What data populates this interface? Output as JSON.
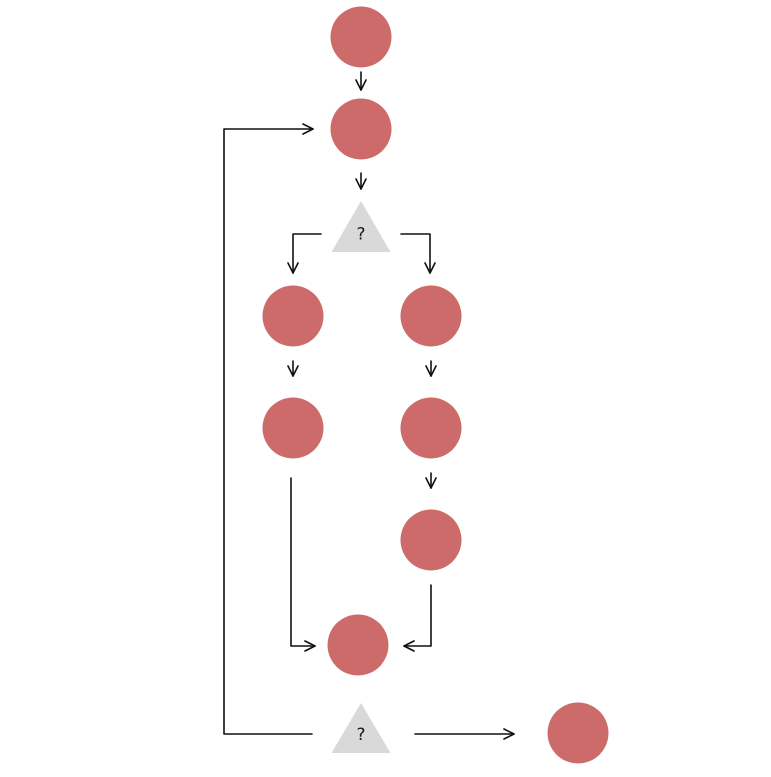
{
  "diagram": {
    "type": "flowchart",
    "colors": {
      "process_node": "#cd6b6b",
      "decision_node": "#d9d9d9",
      "edge": "#111111",
      "background": "#ffffff"
    },
    "nodes": [
      {
        "id": "n1",
        "shape": "circle",
        "label": ""
      },
      {
        "id": "n2",
        "shape": "circle",
        "label": ""
      },
      {
        "id": "d1",
        "shape": "triangle",
        "label": "?"
      },
      {
        "id": "l1",
        "shape": "circle",
        "label": ""
      },
      {
        "id": "l2",
        "shape": "circle",
        "label": ""
      },
      {
        "id": "r1",
        "shape": "circle",
        "label": ""
      },
      {
        "id": "r2",
        "shape": "circle",
        "label": ""
      },
      {
        "id": "r3",
        "shape": "circle",
        "label": ""
      },
      {
        "id": "m",
        "shape": "circle",
        "label": ""
      },
      {
        "id": "d2",
        "shape": "triangle",
        "label": "?"
      },
      {
        "id": "end",
        "shape": "circle",
        "label": ""
      }
    ],
    "edges": [
      {
        "from": "n1",
        "to": "n2"
      },
      {
        "from": "n2",
        "to": "d1"
      },
      {
        "from": "d1",
        "to": "l1"
      },
      {
        "from": "d1",
        "to": "r1"
      },
      {
        "from": "l1",
        "to": "l2"
      },
      {
        "from": "r1",
        "to": "r2"
      },
      {
        "from": "r2",
        "to": "r3"
      },
      {
        "from": "l2",
        "to": "m"
      },
      {
        "from": "r3",
        "to": "m"
      },
      {
        "from": "d2",
        "to": "n2"
      },
      {
        "from": "d2",
        "to": "end"
      }
    ]
  }
}
